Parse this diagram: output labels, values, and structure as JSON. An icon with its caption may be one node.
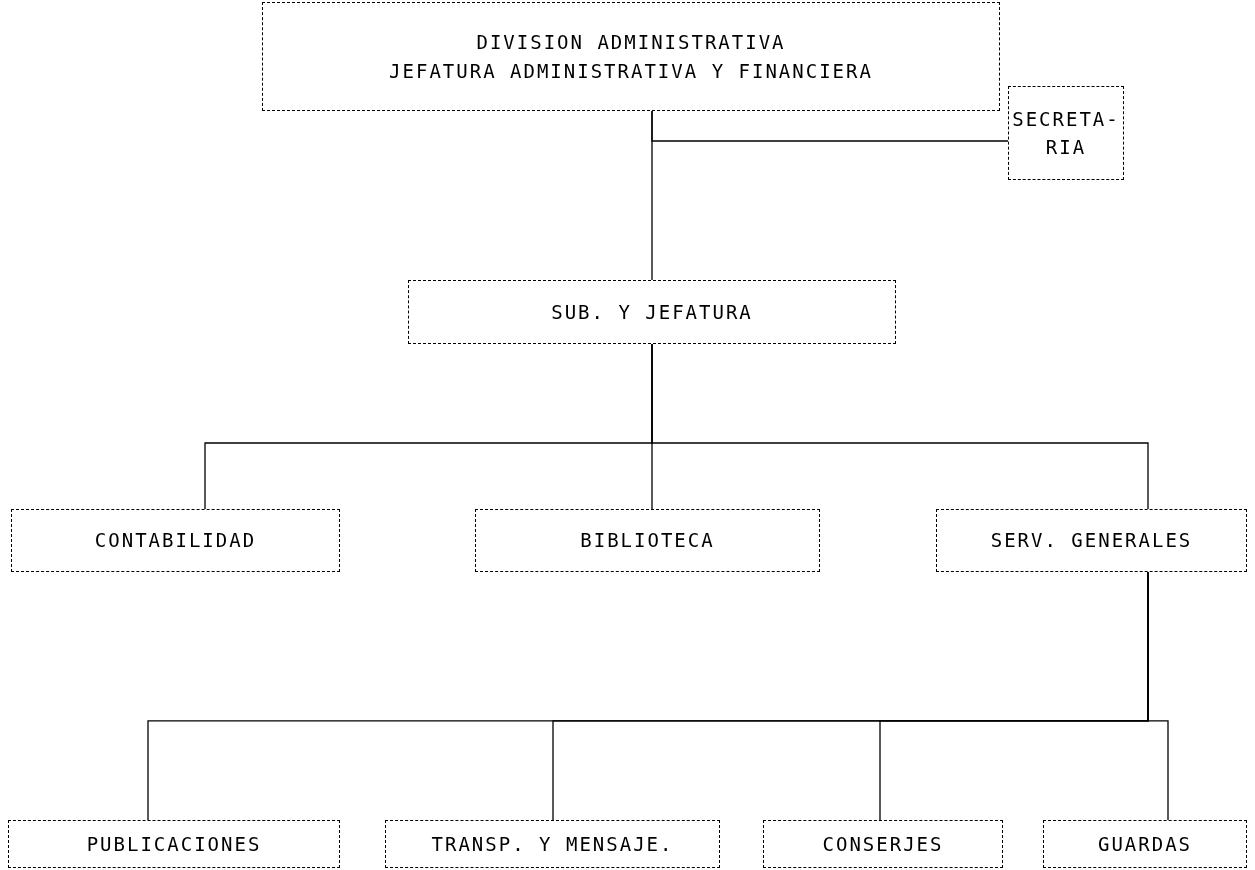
{
  "diagram": {
    "nodes": [
      {
        "text": [
          "DIVISION ADMINISTRATIVA",
          "JEFATURA ADMINISTRATIVA Y FINANCIERA"
        ]
      },
      {
        "text": [
          "SECRETA- RIA"
        ]
      },
      {
        "text": [
          "SUB. Y JEFATURA"
        ]
      },
      {
        "text": [
          "CONTABILIDAD"
        ]
      },
      {
        "text": [
          "BIBLIOTECA"
        ]
      },
      {
        "text": [
          "SERV. GENERALES"
        ]
      },
      {
        "text": [
          "PUBLICACIONES"
        ]
      },
      {
        "text": [
          "TRANSP. Y MENSAJE."
        ]
      },
      {
        "text": [
          "CONSERJES"
        ]
      },
      {
        "text": [
          "GUARDAS"
        ]
      }
    ],
    "edges": [
      {
        "from": 0,
        "to": 1,
        "arrow": "none"
      },
      {
        "from": 0,
        "to": 2,
        "arrow": "none"
      },
      {
        "from": 2,
        "to": 3,
        "arrow": "none"
      },
      {
        "from": 2,
        "to": 4,
        "arrow": "none"
      },
      {
        "from": 2,
        "to": 5,
        "arrow": "none"
      },
      {
        "from": 5,
        "to": 6,
        "arrow": "none"
      },
      {
        "from": 5,
        "to": 7,
        "arrow": "none"
      },
      {
        "from": 5,
        "to": 8,
        "arrow": "none"
      },
      {
        "from": 5,
        "to": 9,
        "arrow": "none"
      }
    ]
  }
}
